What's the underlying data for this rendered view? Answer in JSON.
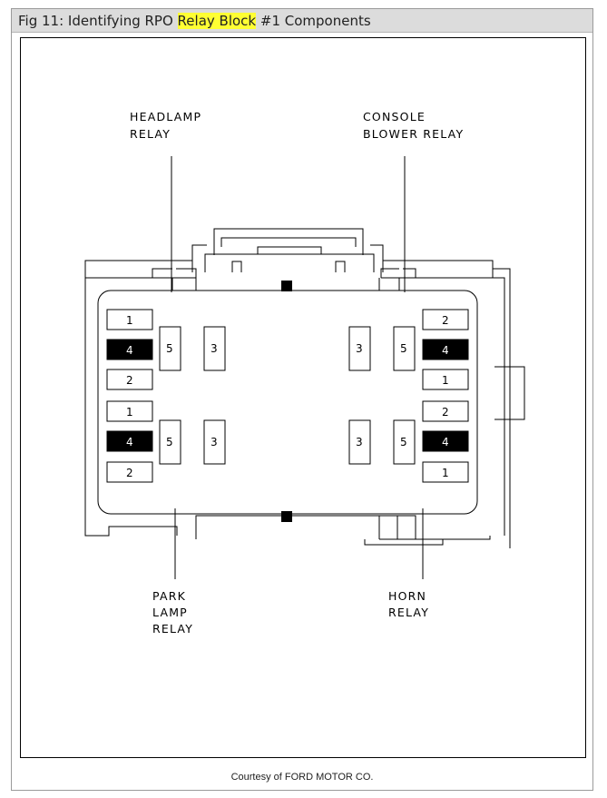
{
  "title": {
    "prefix": "Fig 11: Identifying RPO ",
    "highlight": "Relay Block",
    "suffix": " #1 Components"
  },
  "labels": {
    "headlamp": [
      "HEADLAMP",
      "RELAY"
    ],
    "console": [
      "CONSOLE",
      "BLOWER RELAY"
    ],
    "park": [
      "PARK",
      "LAMP",
      "RELAY"
    ],
    "horn": [
      "HORN",
      "RELAY"
    ]
  },
  "terminals": {
    "upper_left": {
      "stack": [
        "1",
        "4",
        "2"
      ],
      "pins": [
        "5",
        "3"
      ]
    },
    "lower_left": {
      "stack": [
        "1",
        "4",
        "2"
      ],
      "pins": [
        "5",
        "3"
      ]
    },
    "upper_right": {
      "stack": [
        "2",
        "4",
        "1"
      ],
      "pins": [
        "3",
        "5"
      ]
    },
    "lower_right": {
      "stack": [
        "2",
        "4",
        "1"
      ],
      "pins": [
        "3",
        "5"
      ]
    }
  },
  "colors": {
    "highlight": "#ffff33",
    "filled_terminal": "#000000"
  },
  "courtesy": "Courtesy of FORD MOTOR CO."
}
